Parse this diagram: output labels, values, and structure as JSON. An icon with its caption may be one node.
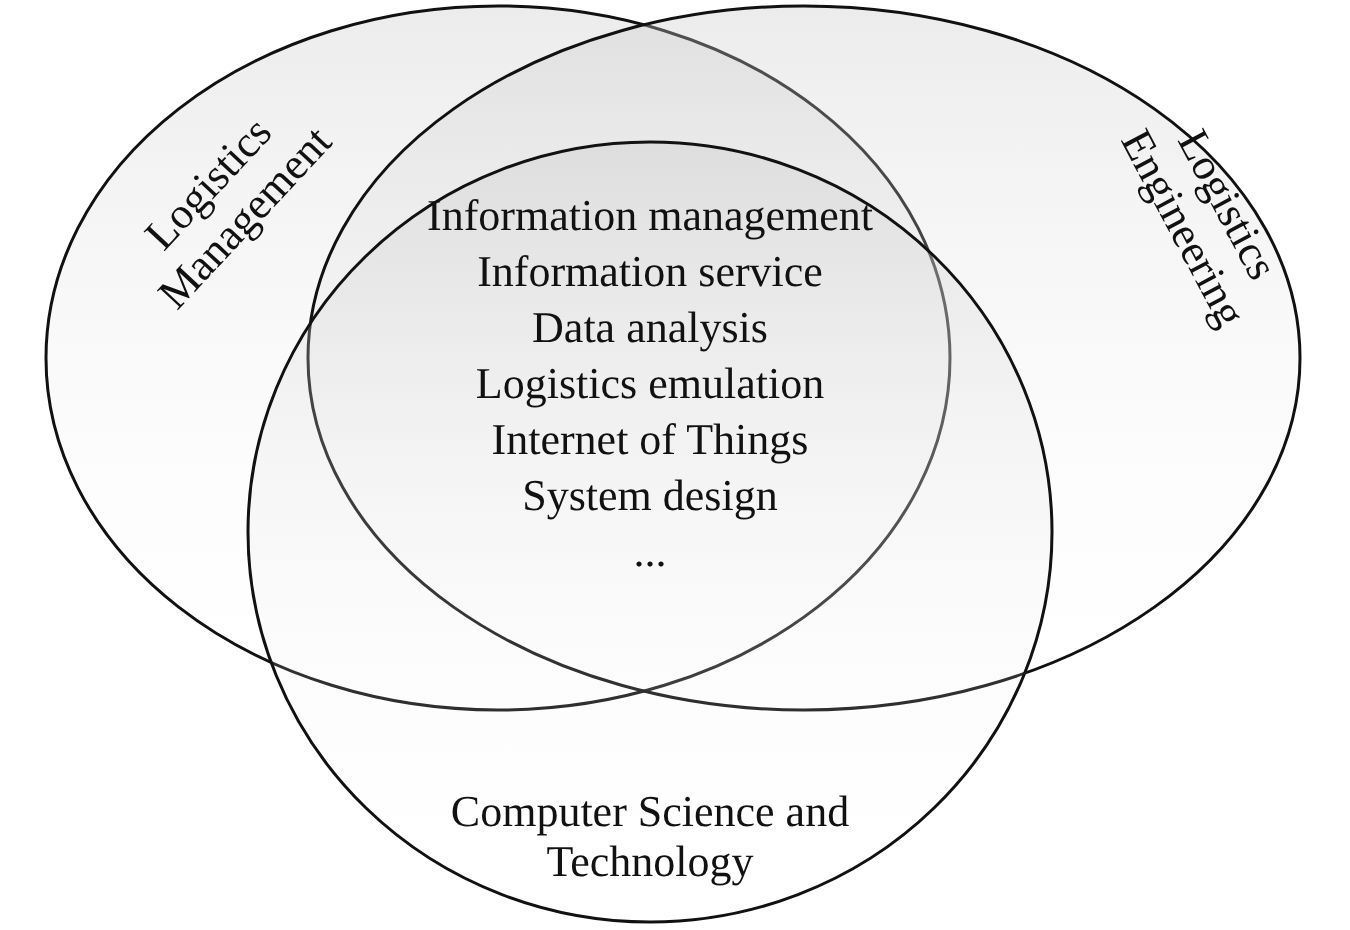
{
  "diagram": {
    "nodes": [
      {
        "text": [
          "Logistics Management"
        ]
      },
      {
        "text": [
          "Logistics Engineering"
        ]
      },
      {
        "text": [
          "Computer Science and Technology"
        ]
      }
    ],
    "labels": [
      "Information management",
      "Information service",
      "Data analysis",
      "Logistics emulation",
      "Internet of Things",
      "System design",
      "..."
    ]
  }
}
